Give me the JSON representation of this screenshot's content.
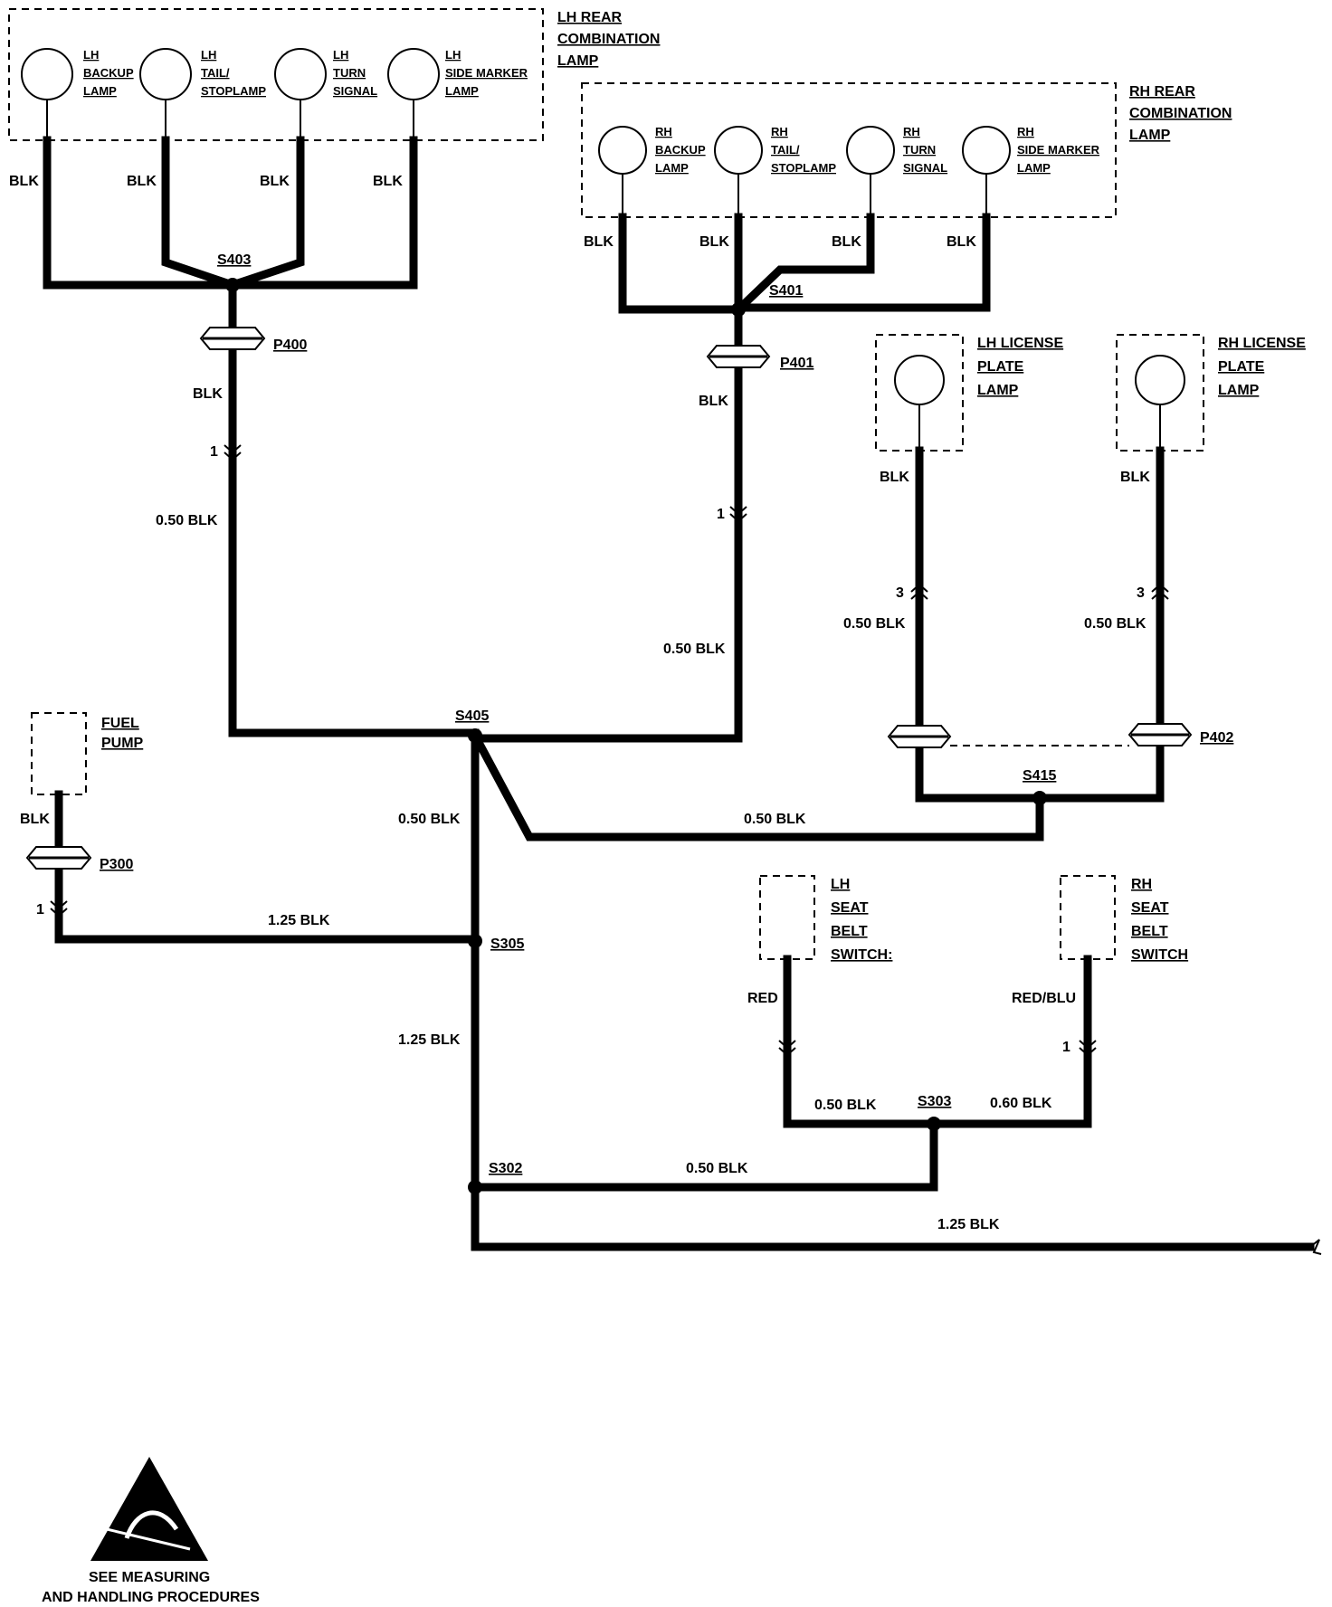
{
  "lh_rear": {
    "title": [
      "LH REAR",
      "COMBINATION",
      "LAMP"
    ],
    "lamps": [
      {
        "name": [
          "LH",
          "BACKUP",
          "LAMP"
        ]
      },
      {
        "name": [
          "LH",
          "TAIL/",
          "STOPLAMP"
        ]
      },
      {
        "name": [
          "LH",
          "TURN",
          "SIGNAL"
        ]
      },
      {
        "name": [
          "LH",
          "SIDE MARKER",
          "LAMP"
        ]
      }
    ],
    "wire_labels": [
      "BLK",
      "BLK",
      "BLK",
      "BLK"
    ]
  },
  "rh_rear": {
    "title": [
      "RH REAR",
      "COMBINATION",
      "LAMP"
    ],
    "lamps": [
      {
        "name": [
          "RH",
          "BACKUP",
          "LAMP"
        ]
      },
      {
        "name": [
          "RH",
          "TAIL/",
          "STOPLAMP"
        ]
      },
      {
        "name": [
          "RH",
          "TURN",
          "SIGNAL"
        ]
      },
      {
        "name": [
          "RH",
          "SIDE MARKER",
          "LAMP"
        ]
      }
    ],
    "wire_labels": [
      "BLK",
      "BLK",
      "BLK",
      "BLK"
    ]
  },
  "lh_license": {
    "title": [
      "LH LICENSE",
      "PLATE",
      "LAMP"
    ],
    "wire": "BLK",
    "pin": "3",
    "wire2": "0.50 BLK"
  },
  "rh_license": {
    "title": [
      "RH LICENSE",
      "PLATE",
      "LAMP"
    ],
    "wire": "BLK",
    "pin": "3",
    "wire2": "0.50 BLK"
  },
  "fuel_pump": {
    "title": [
      "FUEL",
      "PUMP"
    ],
    "wire": "BLK",
    "pin": "1",
    "wire2": "1.25 BLK"
  },
  "lh_seat": {
    "title": [
      "LH",
      "SEAT",
      "BELT",
      "SWITCH:"
    ],
    "wire": "RED"
  },
  "rh_seat": {
    "title": [
      "RH",
      "SEAT",
      "BELT",
      "SWITCH"
    ],
    "wire": "RED/BLU",
    "pin": "1"
  },
  "splices": {
    "s403": "S403",
    "s401": "S401",
    "s405": "S405",
    "s415": "S415",
    "s305": "S305",
    "s303": "S303",
    "s302": "S302"
  },
  "connectors": {
    "p400": "P400",
    "p401": "P401",
    "p402": "P402",
    "p300": "P300"
  },
  "wires": {
    "p400_out": "BLK",
    "p400_pin": "1",
    "p400_wire": "0.50 BLK",
    "p401_out": "BLK",
    "p401_pin": "1",
    "p401_wire": "0.50 BLK",
    "s405_down": "0.50 BLK",
    "s405_s415": "0.50 BLK",
    "s305_down": "1.25 BLK",
    "s303_left": "0.50 BLK",
    "s303_right": "0.60 BLK",
    "s302_s303": "0.50 BLK",
    "ground": "1.25 BLK"
  },
  "esd_notice": [
    "SEE MEASURING",
    "AND HANDLING PROCEDURES"
  ]
}
